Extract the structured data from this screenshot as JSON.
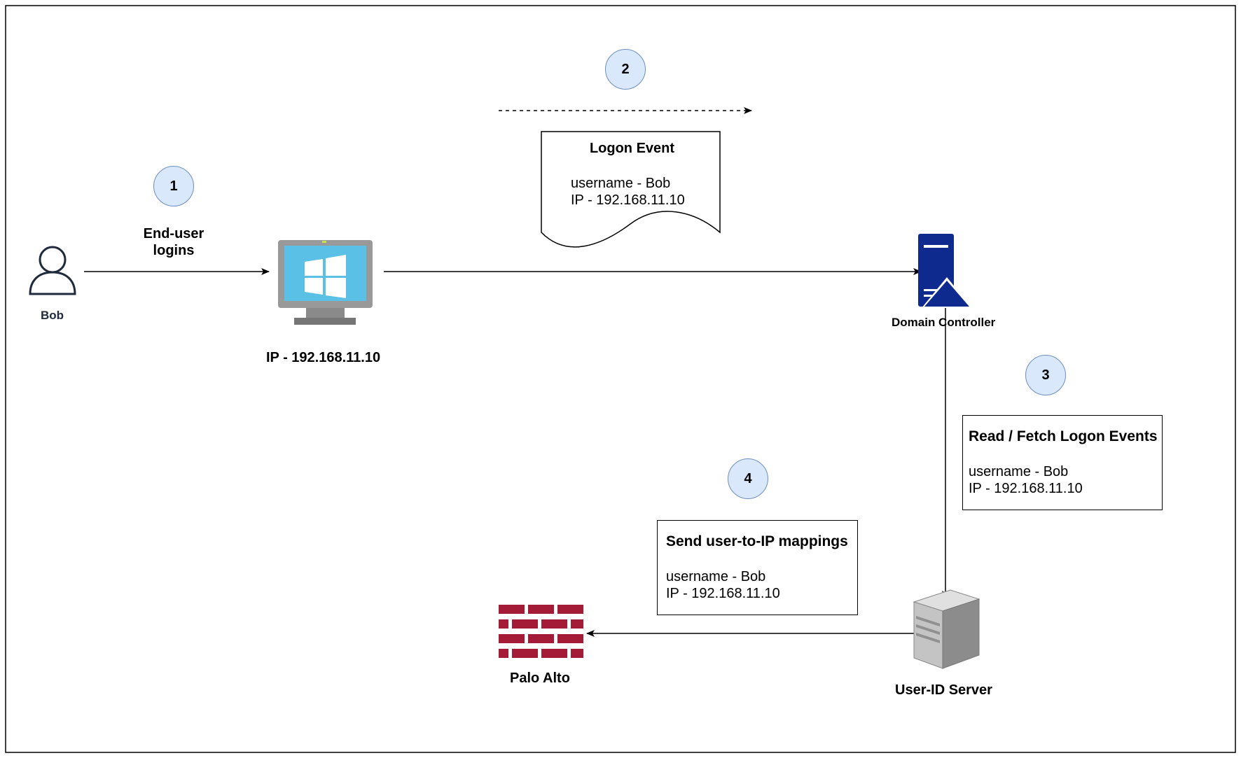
{
  "nodes": {
    "user": {
      "label": "Bob"
    },
    "workstation": {
      "label": "IP - 192.168.11.10"
    },
    "domain_controller": {
      "label": "Domain Controller"
    },
    "userid_server": {
      "label": "User-ID Server"
    },
    "firewall": {
      "label": "Palo Alto"
    }
  },
  "edges": {
    "login": {
      "label_line1": "End-user",
      "label_line2": "logins"
    }
  },
  "steps": [
    "1",
    "2",
    "3",
    "4"
  ],
  "notes": {
    "logon_event": {
      "title": "Logon Event",
      "line1": "username - Bob",
      "line2": "IP - 192.168.11.10"
    },
    "read_fetch": {
      "title": "Read / Fetch Logon Events",
      "line1": "username - Bob",
      "line2": "IP - 192.168.11.10"
    },
    "send_mappings": {
      "title": "Send user-to-IP mappings",
      "line1": "username - Bob",
      "line2": "IP - 192.168.11.10"
    }
  },
  "colors": {
    "step_fill": "#dae8fc",
    "step_stroke": "#6c8ebf",
    "monitor_frame": "#999999",
    "monitor_screen": "#5bc0e6",
    "server_blue": "#0e2a8e",
    "firewall_red": "#a31b37",
    "user_icon": "#1f2a3c"
  },
  "icons": [
    "user-icon",
    "windows-monitor-icon",
    "domain-controller-icon",
    "server-tower-icon",
    "firewall-brick-icon"
  ]
}
